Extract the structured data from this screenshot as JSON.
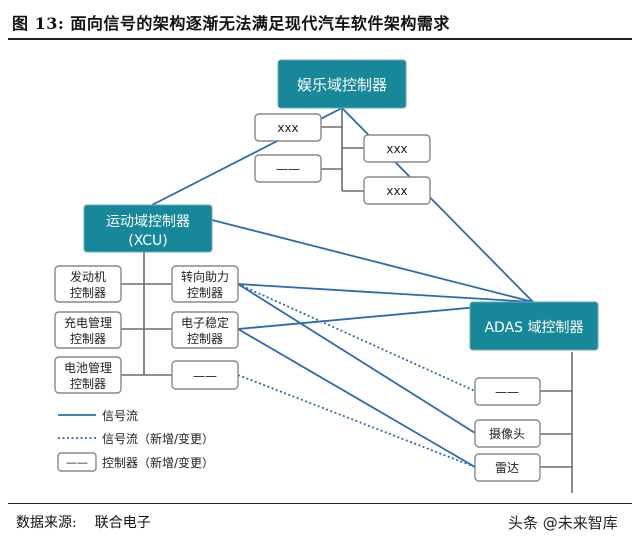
{
  "title": "图 13: 面向信号的架构逐渐无法满足现代汽车软件架构需求",
  "source": {
    "label": "数据来源:",
    "value": "联合电子"
  },
  "watermark": "头条 @未来智库",
  "diagram": {
    "entertainment_domain": "娱乐域控制器",
    "entertainment_subs": [
      "xxx",
      "——",
      "xxx",
      "xxx"
    ],
    "motion_domain": [
      "运动域控制器",
      "(XCU)"
    ],
    "adas_domain": "ADAS 域控制器",
    "engine_controller": [
      "发动机",
      "控制器"
    ],
    "charging_controller": [
      "充电管理",
      "控制器"
    ],
    "battery_controller": [
      "电池管理",
      "控制器"
    ],
    "steering_controller": [
      "转向助力",
      "控制器"
    ],
    "esc_controller": [
      "电子稳定",
      "控制器"
    ],
    "new_motion_controller": "——",
    "new_adas_controller": "——",
    "camera": "摄像头",
    "radar": "雷达"
  },
  "legend": {
    "signal_flow": "信号流",
    "signal_flow_new": "信号流（新增/变更）",
    "controller_symbol": "——",
    "controller_new": "控制器（新增/变更）"
  },
  "colors": {
    "domain_fill": "#17879a",
    "signal_line": "#2b6ab2",
    "bus_line": "#6d6d6d",
    "node_border": "#888888"
  }
}
